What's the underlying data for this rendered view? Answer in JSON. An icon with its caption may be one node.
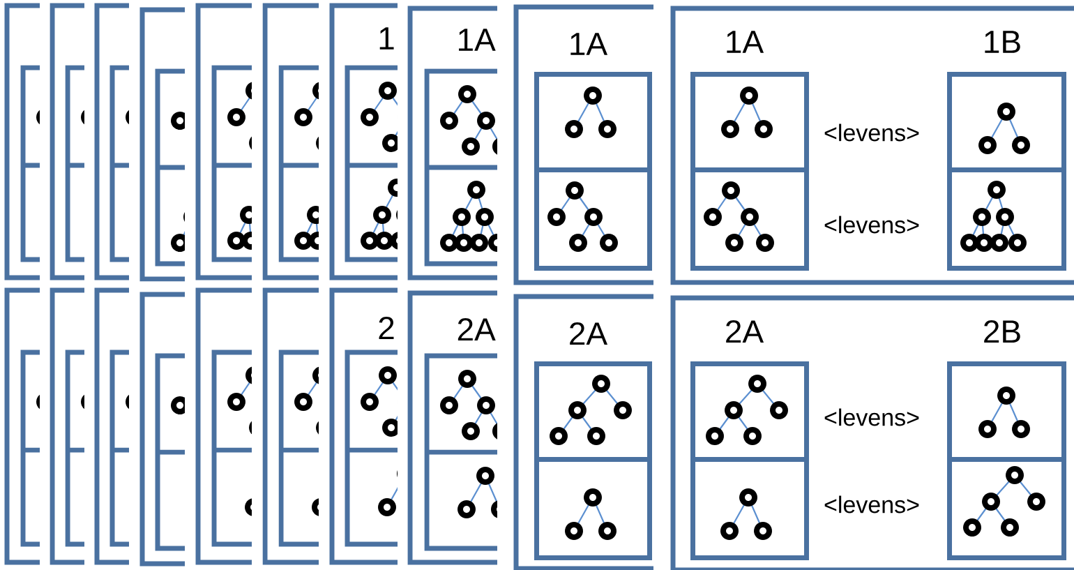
{
  "diagram": {
    "nodes": [
      {
        "text": [
          "1A"
        ]
      },
      {
        "text": [],
        "shape": "box",
        "in": 0
      },
      {
        "text": [],
        "shape": "box",
        "in": 0
      },
      {
        "text": [
          "1A",
          "1B"
        ]
      },
      {
        "text": [],
        "shape": "box",
        "in": 3
      },
      {
        "text": [],
        "shape": "box",
        "in": 3
      },
      {
        "text": [],
        "shape": "box",
        "in": 3
      },
      {
        "text": [],
        "shape": "box",
        "in": 3
      },
      {
        "text": [
          "2A"
        ]
      },
      {
        "text": [],
        "shape": "box",
        "in": 8
      },
      {
        "text": [],
        "shape": "box",
        "in": 8
      },
      {
        "text": [
          "2A",
          "2B"
        ]
      },
      {
        "text": [],
        "shape": "box",
        "in": 11
      },
      {
        "text": [],
        "shape": "box",
        "in": 11
      },
      {
        "text": [],
        "shape": "box",
        "in": 11
      },
      {
        "text": [],
        "shape": "box",
        "in": 11
      }
    ],
    "labels": [
      "1",
      "1A",
      "<levens>",
      "<levens>",
      "2",
      "2A",
      "<levens>",
      "<levens>"
    ]
  }
}
